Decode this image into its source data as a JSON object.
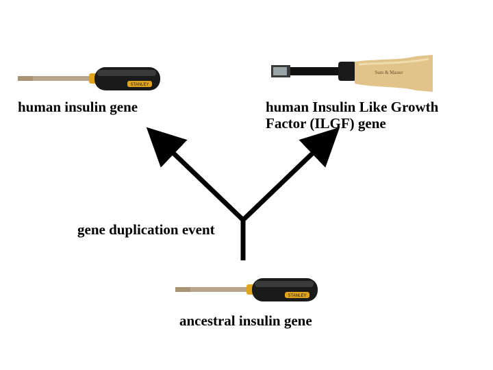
{
  "diagram": {
    "labels": {
      "top_left": "human insulin gene",
      "top_right_line1": "human Insulin Like Growth",
      "top_right_line2": "Factor (ILGF) gene",
      "event": "gene duplication event",
      "bottom": "ancestral insulin gene"
    },
    "tool_marks": {
      "screwdriver_brand": "STANLEY",
      "wooden_handle_brand": "Sum & Master"
    },
    "colors": {
      "arrow": "#000000",
      "handle_black": "#1a1a1a",
      "handle_accent": "#e0a51c",
      "shaft": "#b8a58a",
      "wood": "#e2c48a"
    }
  }
}
